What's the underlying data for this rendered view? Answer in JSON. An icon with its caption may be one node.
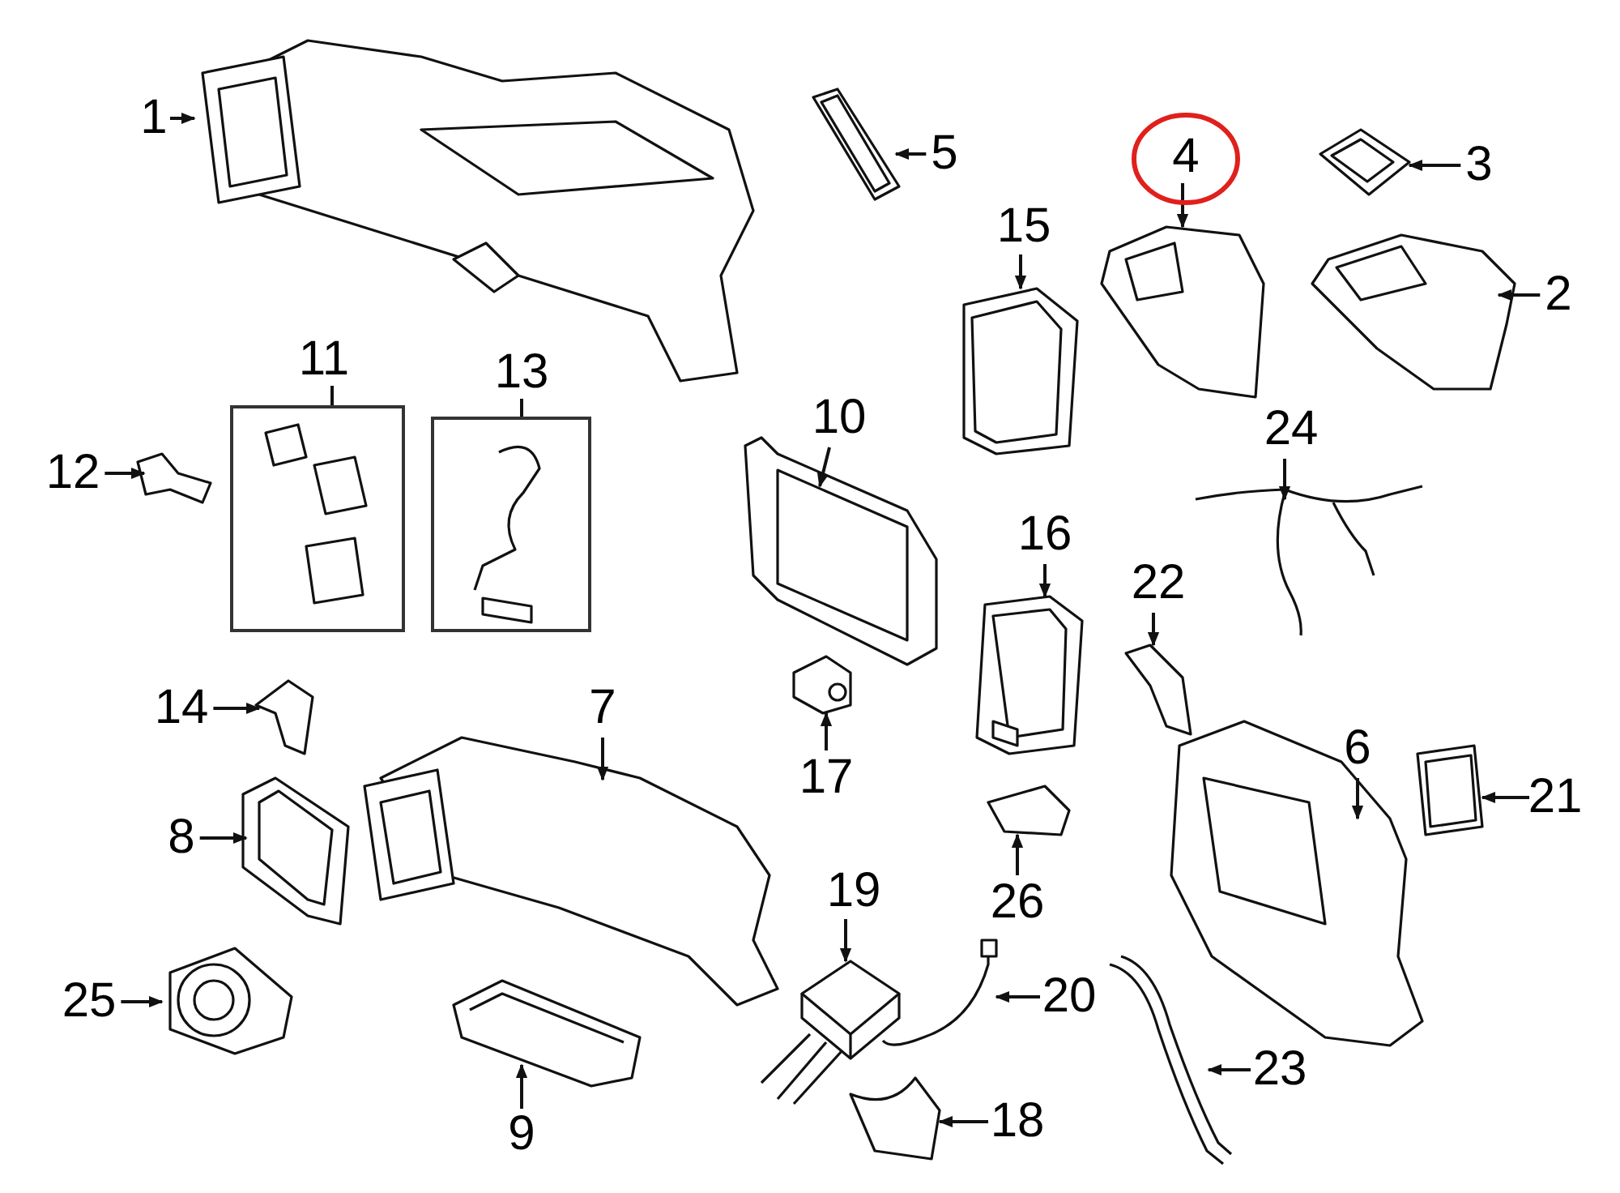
{
  "diagram": {
    "nodes": [
      {
        "text": [
          "1"
        ]
      },
      {
        "text": [],
        "shape": "picture"
      },
      {
        "text": [
          "2"
        ]
      },
      {
        "text": [],
        "shape": "picture"
      },
      {
        "text": [
          "3"
        ]
      },
      {
        "text": [],
        "shape": "picture"
      },
      {
        "text": [
          "4"
        ]
      },
      {
        "text": [],
        "shape": "picture"
      },
      {
        "text": [
          "5"
        ]
      },
      {
        "text": [],
        "shape": "picture"
      },
      {
        "text": [
          "6"
        ]
      },
      {
        "text": [],
        "shape": "picture"
      },
      {
        "text": [
          "7"
        ]
      },
      {
        "text": [],
        "shape": "picture"
      },
      {
        "text": [
          "8"
        ]
      },
      {
        "text": [],
        "shape": "picture"
      },
      {
        "text": [
          "9"
        ]
      },
      {
        "text": [],
        "shape": "picture"
      },
      {
        "text": [
          "10"
        ]
      },
      {
        "text": [],
        "shape": "picture"
      },
      {
        "text": [
          "11"
        ]
      },
      {
        "text": [],
        "shape": "box"
      },
      {
        "text": [
          "12"
        ]
      },
      {
        "text": [],
        "shape": "picture"
      },
      {
        "text": [
          "13"
        ]
      },
      {
        "text": [],
        "shape": "box"
      },
      {
        "text": [
          "14"
        ]
      },
      {
        "text": [],
        "shape": "picture"
      },
      {
        "text": [
          "15"
        ]
      },
      {
        "text": [],
        "shape": "picture"
      },
      {
        "text": [
          "16"
        ]
      },
      {
        "text": [],
        "shape": "picture"
      },
      {
        "text": [
          "17"
        ]
      },
      {
        "text": [],
        "shape": "picture"
      },
      {
        "text": [
          "18"
        ]
      },
      {
        "text": [],
        "shape": "picture"
      },
      {
        "text": [
          "19"
        ]
      },
      {
        "text": [],
        "shape": "picture"
      },
      {
        "text": [
          "20"
        ]
      },
      {
        "text": [],
        "shape": "picture"
      },
      {
        "text": [
          "21"
        ]
      },
      {
        "text": [],
        "shape": "picture"
      },
      {
        "text": [
          "22"
        ]
      },
      {
        "text": [],
        "shape": "picture"
      },
      {
        "text": [
          "23"
        ]
      },
      {
        "text": [],
        "shape": "picture"
      },
      {
        "text": [
          "24"
        ]
      },
      {
        "text": [],
        "shape": "picture"
      },
      {
        "text": [
          "25"
        ]
      },
      {
        "text": [],
        "shape": "picture"
      },
      {
        "text": [
          "26"
        ]
      },
      {
        "text": [],
        "shape": "picture"
      }
    ],
    "edges": [
      {
        "from": 0,
        "to": 1,
        "arrow": "to"
      },
      {
        "from": 2,
        "to": 3,
        "arrow": "to"
      },
      {
        "from": 4,
        "to": 5,
        "arrow": "to"
      },
      {
        "from": 6,
        "to": 7,
        "arrow": "to"
      },
      {
        "from": 8,
        "to": 9,
        "arrow": "to"
      },
      {
        "from": 10,
        "to": 11,
        "arrow": "to"
      },
      {
        "from": 12,
        "to": 13,
        "arrow": "to"
      },
      {
        "from": 14,
        "to": 15,
        "arrow": "to"
      },
      {
        "from": 16,
        "to": 17,
        "arrow": "to"
      },
      {
        "from": 18,
        "to": 19,
        "arrow": "to"
      },
      {
        "from": 20,
        "to": 21,
        "arrow": "none"
      },
      {
        "from": 22,
        "to": 23,
        "arrow": "to"
      },
      {
        "from": 24,
        "to": 25,
        "arrow": "none"
      },
      {
        "from": 26,
        "to": 27,
        "arrow": "to"
      },
      {
        "from": 28,
        "to": 29,
        "arrow": "to"
      },
      {
        "from": 30,
        "to": 31,
        "arrow": "to"
      },
      {
        "from": 32,
        "to": 33,
        "arrow": "to"
      },
      {
        "from": 34,
        "to": 35,
        "arrow": "to"
      },
      {
        "from": 36,
        "to": 37,
        "arrow": "to"
      },
      {
        "from": 38,
        "to": 39,
        "arrow": "to"
      },
      {
        "from": 40,
        "to": 41,
        "arrow": "to"
      },
      {
        "from": 42,
        "to": 43,
        "arrow": "to"
      },
      {
        "from": 44,
        "to": 45,
        "arrow": "to"
      },
      {
        "from": 46,
        "to": 47,
        "arrow": "to"
      },
      {
        "from": 48,
        "to": 49,
        "arrow": "to"
      },
      {
        "from": 50,
        "to": 51,
        "arrow": "to"
      }
    ]
  }
}
